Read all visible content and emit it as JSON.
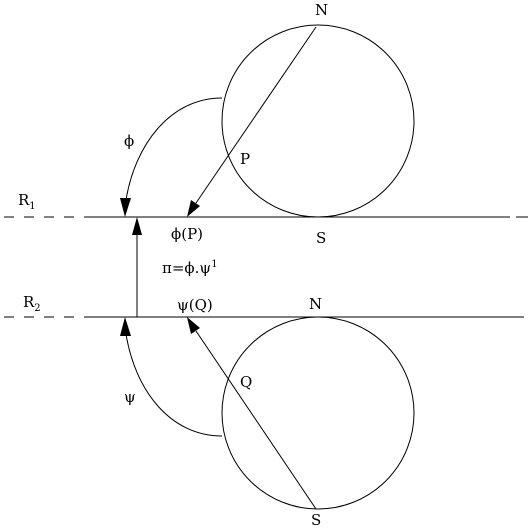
{
  "labels": {
    "north_top": "N",
    "point_p": "P",
    "phi": "ϕ",
    "r1_letter": "R",
    "r1_sub": "1",
    "phi_of_p": "ϕ(P)",
    "south_top": "S",
    "pi_formula": "π=ϕ.ψ",
    "pi_formula_sup": "1",
    "r2_letter": "R",
    "r2_sub": "2",
    "psi_of_q": "ψ(Q)",
    "north_bottom": "N",
    "point_q": "Q",
    "psi": "ψ",
    "south_bottom": "S"
  },
  "colors": {
    "stroke": "#000000",
    "background": "#ffffff"
  }
}
